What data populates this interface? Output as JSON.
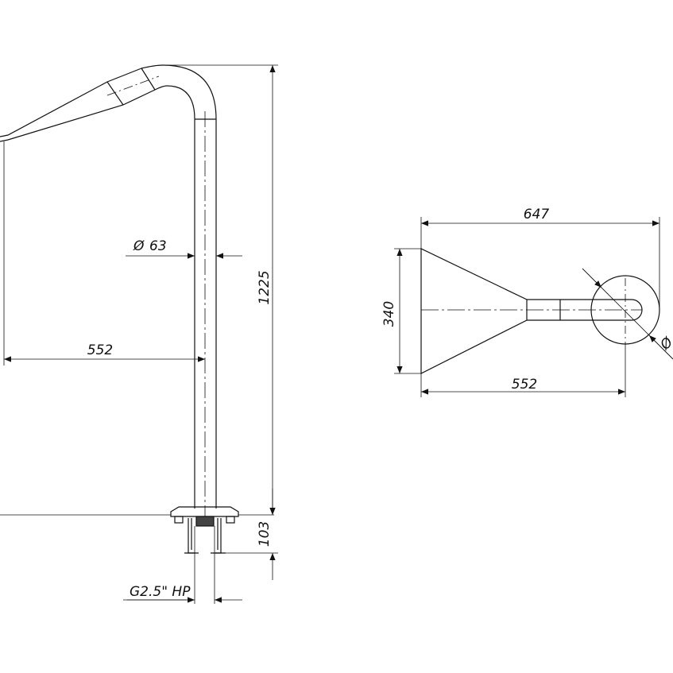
{
  "colors": {
    "line": "#111111",
    "background": "#ffffff"
  },
  "side_view": {
    "dim_height": "1225",
    "dim_diameter_prefix": "Ø",
    "dim_diameter": "63",
    "dim_reach": "552",
    "dim_base_height": "103",
    "dim_thread": "G2.5\" HP"
  },
  "top_view": {
    "dim_overall_length": "647",
    "dim_width": "340",
    "dim_reach": "552",
    "dim_diameter_partial": "Ø"
  }
}
